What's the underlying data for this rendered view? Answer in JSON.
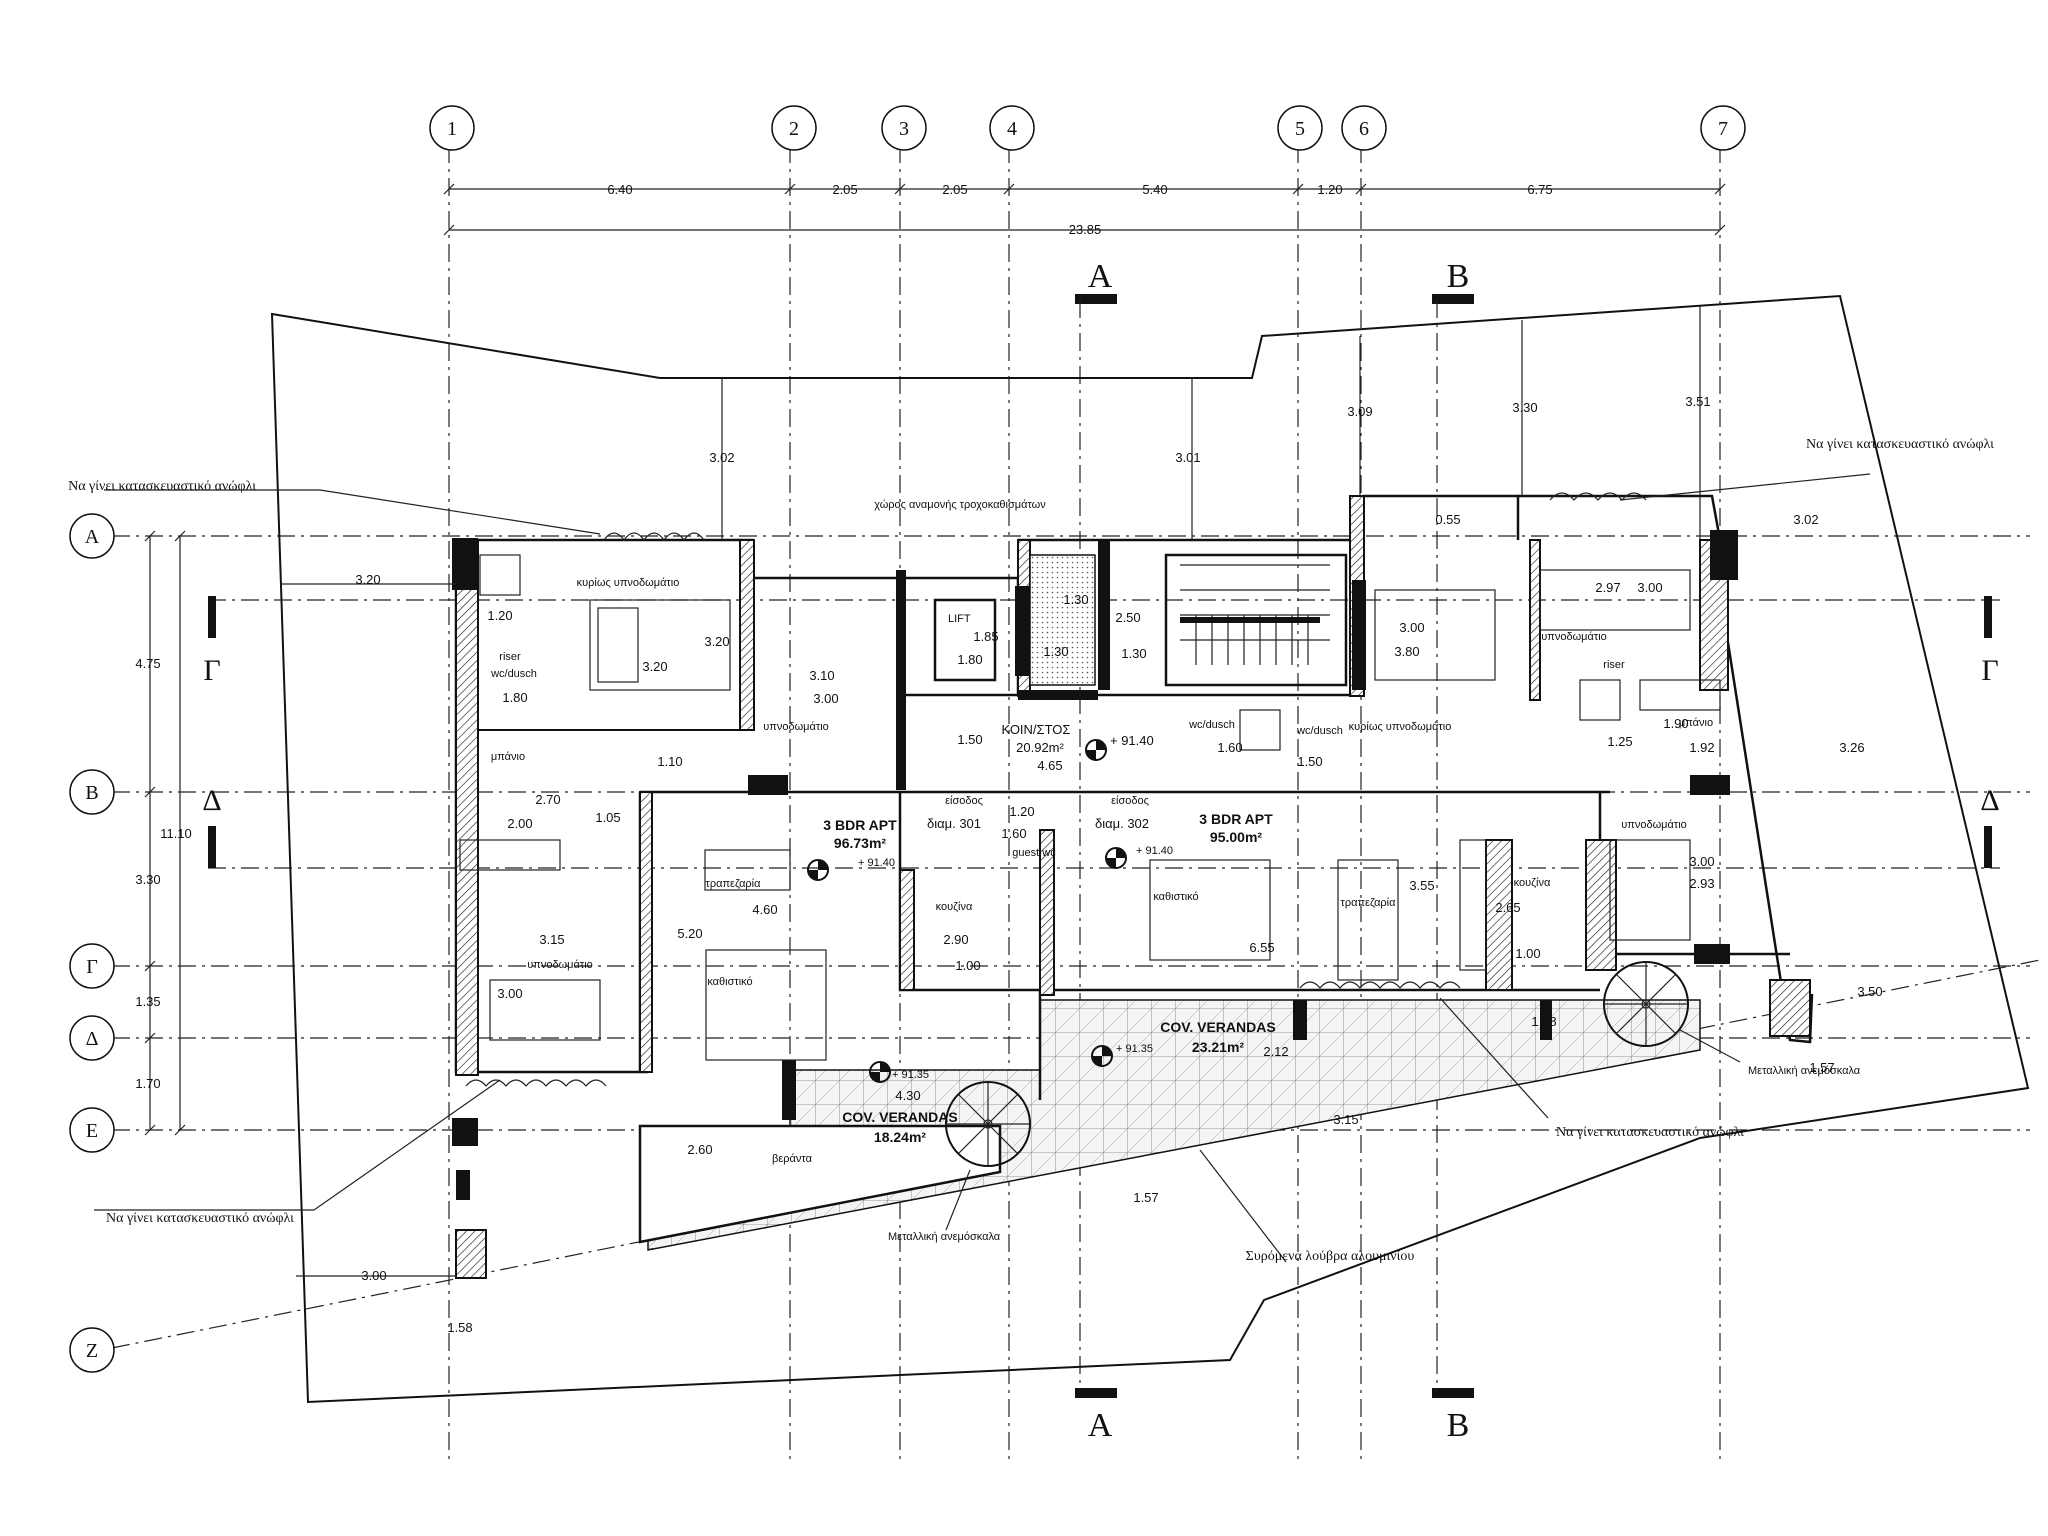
{
  "grid_columns": [
    "1",
    "2",
    "3",
    "4",
    "5",
    "6",
    "7"
  ],
  "grid_rows": [
    "Α",
    "Β",
    "Γ",
    "Δ",
    "Ε",
    "Ζ"
  ],
  "column_dimensions": [
    "6.40",
    "2.05",
    "2.05",
    "5.40",
    "1.20",
    "6.75"
  ],
  "total_width": "23.85",
  "row_dimensions": [
    "4.75",
    "3.30",
    "1.35",
    "1.70"
  ],
  "total_height": "11.10",
  "sections": {
    "a": "A",
    "b": "B",
    "gamma": "Γ",
    "delta": "Δ"
  },
  "rooms": {
    "apt1_name": "3 BDR APT",
    "apt1_area": "96.73m²",
    "apt2_name": "3 BDR APT",
    "apt2_area": "95.00m²",
    "common_name": "ΚΟΙΝ/ΣΤΟΣ",
    "common_area": "20.92m²",
    "veranda_left_name": "COV. VERANDAS",
    "veranda_left_area": "18.24m²",
    "veranda_right_name": "COV. VERANDAS",
    "veranda_right_area": "23.21m²",
    "lift": "LIFT",
    "living": "καθιστικό",
    "dining": "τραπεζαρία",
    "kitchen": "κουζίνα",
    "bedroom": "υπνοδωμάτιο",
    "master_bedroom": "κυρίως υπνοδωμάτιο",
    "bath": "μπάνιο",
    "wc_dusch": "wc/dusch",
    "guest_wc": "guest wc",
    "entrance": "είσοδος",
    "riser": "riser",
    "veranda": "βεράντα",
    "apt_no_left": "διαμ. 301",
    "apt_no_right": "διαμ. 302",
    "wheelchair_area": "χώρος αναμονής τροχοκαθισμάτων",
    "level": "+ 91.40",
    "level_veranda": "+ 91.35"
  },
  "annotations": {
    "lintel": "Να γίνει κατασκευαστικό ανώφλι",
    "spiral_stair": "Μεταλλική ανεμόσκαλα",
    "louvers": "Συρόμενα λούβρα αλουμινίου"
  },
  "dimensions": {
    "d302": "3.02",
    "d301": "3.01",
    "d309": "3.09",
    "d330": "3.30",
    "d351": "3.51",
    "d320": "3.20",
    "d120": "1.20",
    "d180": "1.80",
    "d310": "3.10",
    "d300": "3.00",
    "d110": "1.10",
    "d270": "2.70",
    "d200": "2.00",
    "d105": "1.05",
    "d315": "3.15",
    "d520": "5.20",
    "d460": "4.60",
    "d290": "2.90",
    "d100": "1.00",
    "d150": "1.50",
    "d465": "4.65",
    "d185": "1.85",
    "d130": "1.30",
    "d250": "2.50",
    "d160": "1.60",
    "d655": "6.55",
    "d355": "3.55",
    "d265": "2.65",
    "d380": "3.80",
    "d297": "2.97",
    "d190": "1.90",
    "d192": "1.92",
    "d125": "1.25",
    "d326": "3.26",
    "d293": "2.93",
    "d350": "3.50",
    "d157": "1.57",
    "d108": "1.08",
    "d212": "2.12",
    "d430": "4.30",
    "d260": "2.60",
    "d158": "1.58",
    "d055": "0.55",
    "d315b": "3.15"
  }
}
